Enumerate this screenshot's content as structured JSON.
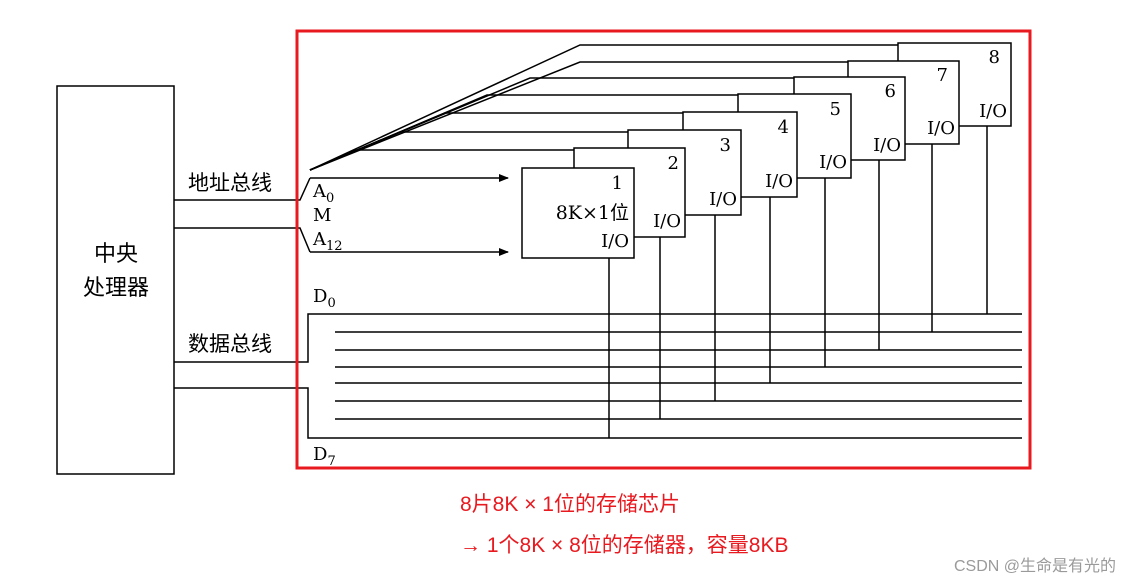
{
  "cpu": {
    "line1": "中央",
    "line2": "处理器"
  },
  "address_bus_label": "地址总线",
  "data_bus_label": "数据总线",
  "address_labels": {
    "a0": "A",
    "a0_sub": "0",
    "m": "M",
    "a12": "A",
    "a12_sub": "12"
  },
  "data_labels": {
    "d0": "D",
    "d0_sub": "0",
    "d7": "D",
    "d7_sub": "7"
  },
  "chip1": {
    "number": "1",
    "size": "8K×1位",
    "io": "I/O"
  },
  "chips": [
    {
      "number": "2",
      "io": "I/O"
    },
    {
      "number": "3",
      "io": "I/O"
    },
    {
      "number": "4",
      "io": "I/O"
    },
    {
      "number": "5",
      "io": "I/O"
    },
    {
      "number": "6",
      "io": "I/O"
    },
    {
      "number": "7",
      "io": "I/O"
    },
    {
      "number": "8",
      "io": "I/O"
    }
  ],
  "annotation": {
    "line1": "8片8K × 1位的存储芯片",
    "line2": "→  1个8K × 8位的存储器，容量8KB"
  },
  "watermark": "CSDN @生命是有光的",
  "colors": {
    "highlight": "#e8191f",
    "line": "#000000",
    "watermark": "#9a9a9a"
  }
}
